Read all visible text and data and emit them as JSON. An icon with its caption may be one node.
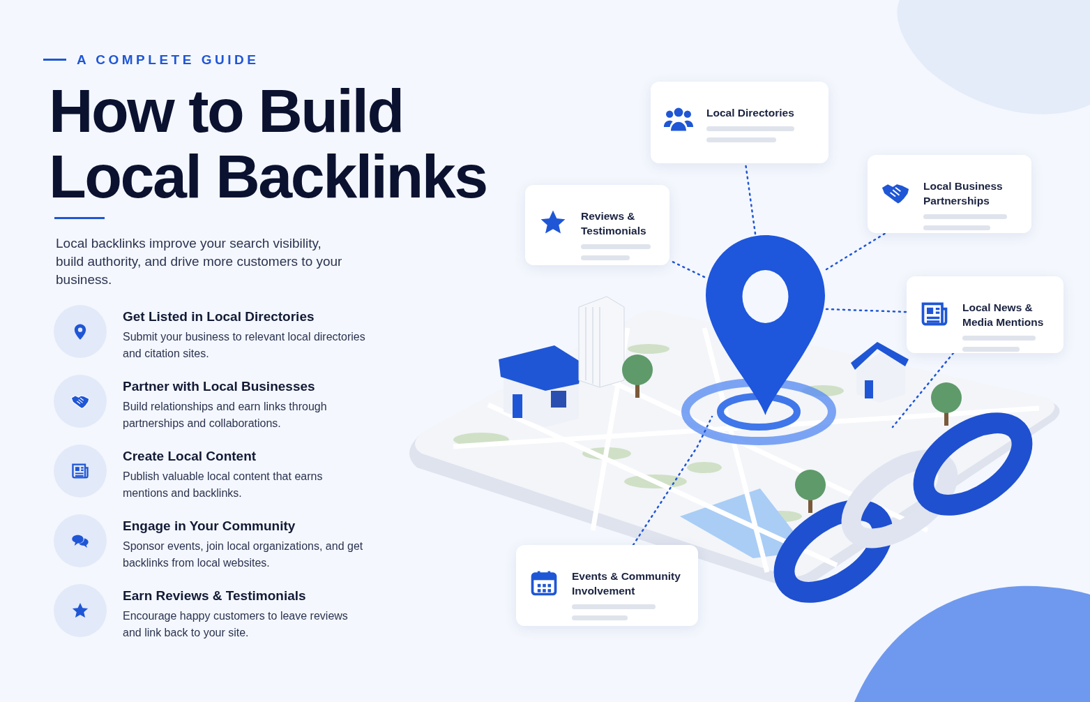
{
  "diagram": {
    "title": "How to Build Local Backlinks",
    "nodes": [
      {
        "text": [
          "Get Listed in Local Directories",
          "Submit your business to relevant local directories and citation sites."
        ]
      },
      {
        "text": [
          "Partner with Local Businesses",
          "Build relationships and earn links through partnerships and collaborations."
        ]
      },
      {
        "text": [
          "Create Local Content",
          "Publish valuable local content that earns mentions and backlinks."
        ]
      },
      {
        "text": [
          "Engage in Your Community",
          "Sponsor events, join local organizations, and get backlinks from local websites."
        ]
      },
      {
        "text": [
          "Earn Reviews & Testimonials",
          "Encourage happy customers to leave reviews and link back to your site."
        ]
      },
      {
        "text": [
          "Local Directories"
        ]
      },
      {
        "text": [
          "Local Business Partnerships"
        ]
      },
      {
        "text": [
          "Reviews & Testimonials"
        ]
      },
      {
        "text": [],
        "shape": "picture"
      },
      {
        "text": [
          "Local News & Media Mentions"
        ]
      },
      {
        "text": [
          "Events & Community Involvement"
        ]
      }
    ],
    "edges": [
      {
        "from": 8,
        "to": 5,
        "arrow": "none",
        "style": "dashed"
      },
      {
        "from": 8,
        "to": 6,
        "arrow": "none",
        "style": "dashed"
      },
      {
        "from": 8,
        "to": 7,
        "arrow": "none",
        "style": "dashed"
      },
      {
        "from": 8,
        "to": 9,
        "arrow": "none",
        "style": "dashed"
      },
      {
        "from": 10,
        "to": 8,
        "arrow": "none",
        "style": "dashed"
      },
      {
        "from": 9,
        "to": null,
        "arrow": "none",
        "style": "dashed"
      }
    ],
    "labels": [
      "A COMPLETE GUIDE",
      "Local backlinks improve your search visibility, build authority, and drive more customers to your business."
    ]
  }
}
